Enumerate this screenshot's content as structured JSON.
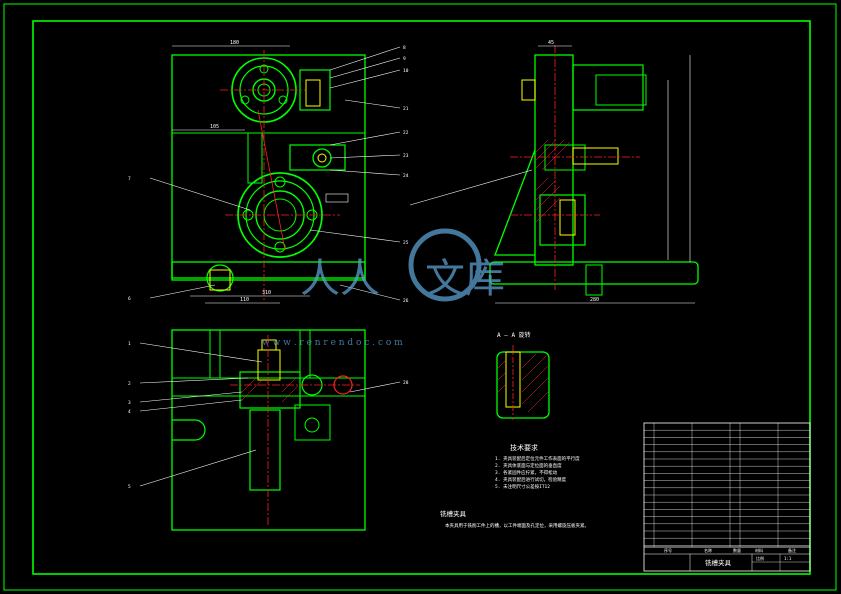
{
  "title_block": {
    "drawing_name": "铣槽夹具",
    "header_seq": "序号",
    "header_name": "名称",
    "header_qty": "数量",
    "header_material": "材料",
    "header_remark": "备注",
    "scale_label": "比例",
    "scale_value": "1:1"
  },
  "tech_requirements": {
    "title": "技术要求",
    "items": [
      "1. 夹具装配后定位元件工作表面的平行度",
      "2. 夹具体底面与定位面的垂直度",
      "3. 各紧固件应拧紧，不得松动",
      "4. 夹具装配后进行试切，检验精度",
      "5. 未注明尺寸公差按IT12"
    ]
  },
  "fixture_note": {
    "title": "铣槽夹具",
    "text": "本夹具用于铣削工件上的槽，以工件端面及孔定位，采用螺旋压板夹紧。"
  },
  "section_label": "A — A  旋转",
  "watermark": {
    "text1": "人人",
    "text2": "文库",
    "url": "w w w . r e n r e n d o c . c o m"
  },
  "callouts_top_right": [
    "8",
    "9",
    "10",
    "21",
    "22",
    "23",
    "24",
    "25",
    "26"
  ],
  "callouts_left": [
    "7",
    "6"
  ],
  "callouts_bottom": [
    "1",
    "2",
    "3",
    "4",
    "5",
    "28"
  ],
  "colors": {
    "border": "#00ff00",
    "outline": "#00ff00",
    "dimension": "#ffffff",
    "centerline": "#ff2020",
    "fastener": "#ffff00",
    "hatch": "#ff3030",
    "watermark": "#5aa0d0"
  }
}
